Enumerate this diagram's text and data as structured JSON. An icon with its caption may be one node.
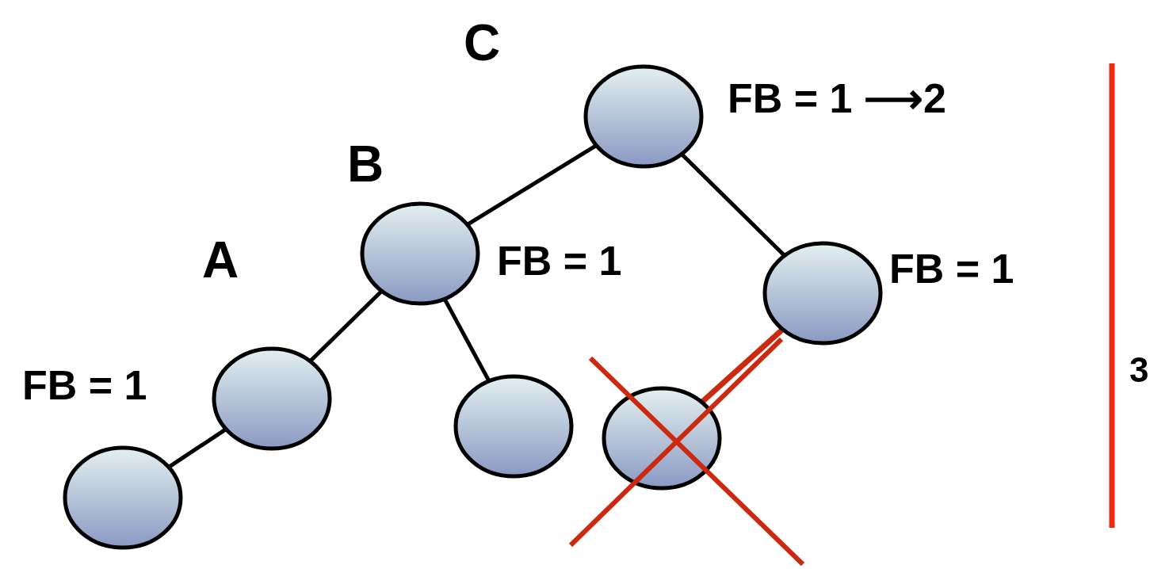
{
  "diagram": {
    "nodes": [
      {
        "text": [],
        "shape": "circle",
        "beside": [
          "C",
          "FB = 1 ⟶2"
        ]
      },
      {
        "text": [],
        "shape": "circle",
        "beside": [
          "B",
          "FB = 1"
        ]
      },
      {
        "text": [],
        "shape": "circle",
        "beside": [
          "FB = 1"
        ]
      },
      {
        "text": [],
        "shape": "circle",
        "beside": [
          "A",
          "FB = 1"
        ]
      },
      {
        "text": [],
        "shape": "circle"
      },
      {
        "text": [],
        "shape": "circle"
      },
      {
        "text": [],
        "shape": "circle"
      }
    ],
    "edges": [
      {
        "from": 0,
        "to": 1,
        "arrow": "none"
      },
      {
        "from": 0,
        "to": 2,
        "arrow": "none"
      },
      {
        "from": 1,
        "to": 3,
        "arrow": "none"
      },
      {
        "from": 1,
        "to": 4,
        "arrow": "none"
      },
      {
        "from": 2,
        "to": 5,
        "arrow": "none",
        "color": "#cc2a10"
      },
      {
        "from": 3,
        "to": 6,
        "arrow": "none"
      }
    ],
    "labels": [
      "3"
    ]
  }
}
